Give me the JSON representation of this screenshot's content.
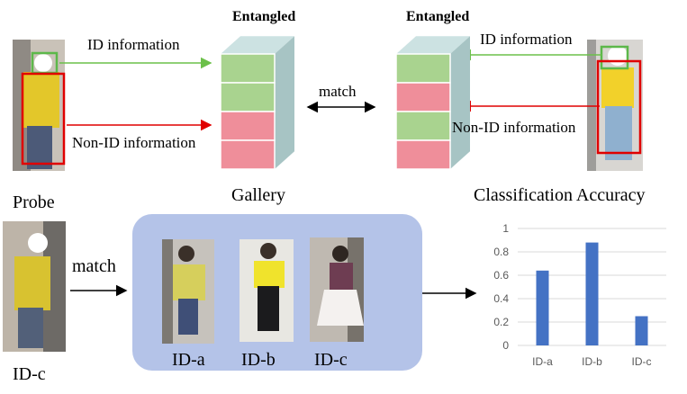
{
  "top": {
    "left_block_title": "Entangled",
    "right_block_title": "Entangled",
    "left_id_label": "ID information",
    "left_nonid_label": "Non-ID information",
    "right_id_label": "ID information",
    "right_nonid_label": "Non-ID information",
    "match_label": "match"
  },
  "bottom": {
    "probe_label": "Probe",
    "gallery_label": "Gallery",
    "match_label": "match",
    "probe_id_label": "ID-c",
    "gallery_ids": [
      "ID-a",
      "ID-b",
      "ID-c"
    ],
    "chart_title": "Classification Accuracy"
  },
  "colors": {
    "id_green": "#a9d38f",
    "nonid_pink": "#ef8e9a",
    "cube_side": "#a7c4c4",
    "cube_top": "#cce2e2",
    "arrow_green": "#6cc04a",
    "arrow_red": "#e00000",
    "bar_blue": "#4472c4",
    "gallery_bg": "#b4c3e8"
  },
  "left_stack": [
    "id",
    "id",
    "nonid",
    "nonid"
  ],
  "right_stack": [
    "id",
    "nonid",
    "id",
    "nonid"
  ],
  "chart_data": {
    "type": "bar",
    "title": "Classification Accuracy",
    "categories": [
      "ID-a",
      "ID-b",
      "ID-c"
    ],
    "values": [
      0.64,
      0.88,
      0.25
    ],
    "ylim": [
      0,
      1
    ],
    "yticks": [
      0,
      0.2,
      0.4,
      0.6,
      0.8,
      1
    ],
    "ytick_labels": [
      "0",
      "0.2",
      "0.4",
      "0.6",
      "0.8",
      "1"
    ],
    "grid": true,
    "xlabel": "",
    "ylabel": ""
  }
}
